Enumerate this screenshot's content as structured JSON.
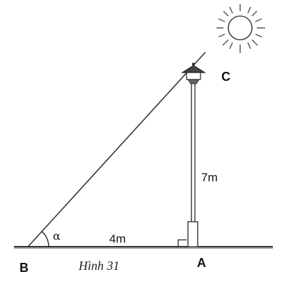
{
  "figure": {
    "caption": "Hình 31",
    "points": {
      "A": "A",
      "B": "B",
      "C": "C"
    },
    "lengths": {
      "height": "7m",
      "base": "4m"
    },
    "angle": "α",
    "icons": {
      "sun": "sun-icon",
      "lamp": "street-lamp-icon"
    }
  }
}
